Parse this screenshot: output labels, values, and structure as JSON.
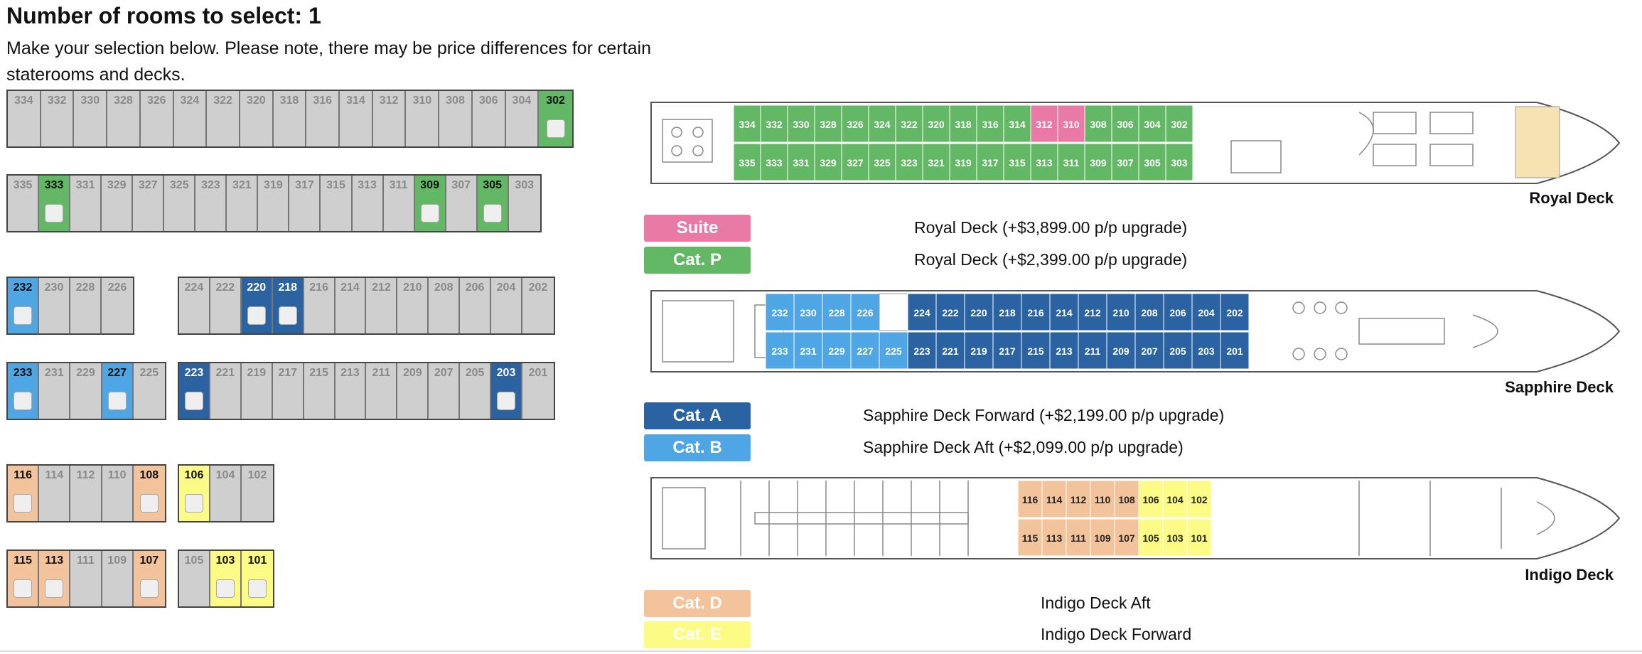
{
  "header": {
    "title": "Number of rooms to select: 1",
    "note": "Make your selection below. Please note, there may be price differences for certain staterooms and decks."
  },
  "colors": {
    "suite": "#e87aa5",
    "cat_p": "#63b865",
    "cat_a": "#2a62a2",
    "cat_b": "#4fa6e4",
    "cat_d": "#f3c49c",
    "cat_e": "#fbfb86",
    "unavailable": "#cfcfcf"
  },
  "grid_rows": [
    {
      "id": "royal-upper",
      "rooms": [
        {
          "n": "334"
        },
        {
          "n": "332"
        },
        {
          "n": "330"
        },
        {
          "n": "328"
        },
        {
          "n": "326"
        },
        {
          "n": "324"
        },
        {
          "n": "322"
        },
        {
          "n": "320"
        },
        {
          "n": "318"
        },
        {
          "n": "316"
        },
        {
          "n": "314"
        },
        {
          "n": "312"
        },
        {
          "n": "310"
        },
        {
          "n": "308"
        },
        {
          "n": "306"
        },
        {
          "n": "304"
        },
        {
          "n": "302",
          "cat": "P"
        }
      ]
    },
    {
      "id": "royal-lower",
      "rooms": [
        {
          "n": "335"
        },
        {
          "n": "333",
          "cat": "P"
        },
        {
          "n": "331"
        },
        {
          "n": "329"
        },
        {
          "n": "327"
        },
        {
          "n": "325"
        },
        {
          "n": "323"
        },
        {
          "n": "321"
        },
        {
          "n": "319"
        },
        {
          "n": "317"
        },
        {
          "n": "315"
        },
        {
          "n": "313"
        },
        {
          "n": "311"
        },
        {
          "n": "309",
          "cat": "P"
        },
        {
          "n": "307"
        },
        {
          "n": "305",
          "cat": "P"
        },
        {
          "n": "303"
        }
      ]
    },
    {
      "id": "sapphire-upper-aft",
      "rooms": [
        {
          "n": "232",
          "cat": "B"
        },
        {
          "n": "230"
        },
        {
          "n": "228"
        },
        {
          "n": "226"
        }
      ]
    },
    {
      "id": "sapphire-upper-fwd",
      "rooms": [
        {
          "n": "224"
        },
        {
          "n": "222"
        },
        {
          "n": "220",
          "cat": "A"
        },
        {
          "n": "218",
          "cat": "A"
        },
        {
          "n": "216"
        },
        {
          "n": "214"
        },
        {
          "n": "212"
        },
        {
          "n": "210"
        },
        {
          "n": "208"
        },
        {
          "n": "206"
        },
        {
          "n": "204"
        },
        {
          "n": "202"
        }
      ]
    },
    {
      "id": "sapphire-lower-aft",
      "rooms": [
        {
          "n": "233",
          "cat": "B"
        },
        {
          "n": "231"
        },
        {
          "n": "229"
        },
        {
          "n": "227",
          "cat": "B"
        },
        {
          "n": "225"
        }
      ]
    },
    {
      "id": "sapphire-lower-fwd",
      "rooms": [
        {
          "n": "223",
          "cat": "A"
        },
        {
          "n": "221"
        },
        {
          "n": "219"
        },
        {
          "n": "217"
        },
        {
          "n": "215"
        },
        {
          "n": "213"
        },
        {
          "n": "211"
        },
        {
          "n": "209"
        },
        {
          "n": "207"
        },
        {
          "n": "205"
        },
        {
          "n": "203",
          "cat": "A"
        },
        {
          "n": "201"
        }
      ]
    },
    {
      "id": "indigo-upper-aft",
      "rooms": [
        {
          "n": "116",
          "cat": "D"
        },
        {
          "n": "114"
        },
        {
          "n": "112"
        },
        {
          "n": "110"
        },
        {
          "n": "108",
          "cat": "D"
        }
      ]
    },
    {
      "id": "indigo-upper-fwd",
      "rooms": [
        {
          "n": "106",
          "cat": "E"
        },
        {
          "n": "104"
        },
        {
          "n": "102"
        }
      ]
    },
    {
      "id": "indigo-lower-aft",
      "rooms": [
        {
          "n": "115",
          "cat": "D"
        },
        {
          "n": "113",
          "cat": "D"
        },
        {
          "n": "111"
        },
        {
          "n": "109"
        },
        {
          "n": "107",
          "cat": "D"
        }
      ]
    },
    {
      "id": "indigo-lower-fwd",
      "rooms": [
        {
          "n": "105"
        },
        {
          "n": "103",
          "cat": "E"
        },
        {
          "n": "101",
          "cat": "E"
        }
      ]
    }
  ],
  "decks": [
    {
      "id": "royal",
      "name": "Royal Deck",
      "upper": [
        {
          "n": "334",
          "c": "P"
        },
        {
          "n": "332",
          "c": "P"
        },
        {
          "n": "330",
          "c": "P"
        },
        {
          "n": "328",
          "c": "P"
        },
        {
          "n": "326",
          "c": "P"
        },
        {
          "n": "324",
          "c": "P"
        },
        {
          "n": "322",
          "c": "P"
        },
        {
          "n": "320",
          "c": "P"
        },
        {
          "n": "318",
          "c": "P"
        },
        {
          "n": "316",
          "c": "P"
        },
        {
          "n": "314",
          "c": "P"
        },
        {
          "n": "312",
          "c": "S"
        },
        {
          "n": "310",
          "c": "S"
        },
        {
          "n": "308",
          "c": "P"
        },
        {
          "n": "306",
          "c": "P"
        },
        {
          "n": "304",
          "c": "P"
        },
        {
          "n": "302",
          "c": "P"
        }
      ],
      "lower": [
        {
          "n": "335",
          "c": "P"
        },
        {
          "n": "333",
          "c": "P"
        },
        {
          "n": "331",
          "c": "P"
        },
        {
          "n": "329",
          "c": "P"
        },
        {
          "n": "327",
          "c": "P"
        },
        {
          "n": "325",
          "c": "P"
        },
        {
          "n": "323",
          "c": "P"
        },
        {
          "n": "321",
          "c": "P"
        },
        {
          "n": "319",
          "c": "P"
        },
        {
          "n": "317",
          "c": "P"
        },
        {
          "n": "315",
          "c": "P"
        },
        {
          "n": "313",
          "c": "P"
        },
        {
          "n": "311",
          "c": "P"
        },
        {
          "n": "309",
          "c": "P"
        },
        {
          "n": "307",
          "c": "P"
        },
        {
          "n": "305",
          "c": "P"
        },
        {
          "n": "303",
          "c": "P"
        }
      ]
    },
    {
      "id": "sapphire",
      "name": "Sapphire Deck",
      "upper": [
        {
          "n": "232",
          "c": "B"
        },
        {
          "n": "230",
          "c": "B"
        },
        {
          "n": "228",
          "c": "B"
        },
        {
          "n": "226",
          "c": "B"
        },
        {
          "n": "",
          "c": "gap"
        },
        {
          "n": "224",
          "c": "A"
        },
        {
          "n": "222",
          "c": "A"
        },
        {
          "n": "220",
          "c": "A"
        },
        {
          "n": "218",
          "c": "A"
        },
        {
          "n": "216",
          "c": "A"
        },
        {
          "n": "214",
          "c": "A"
        },
        {
          "n": "212",
          "c": "A"
        },
        {
          "n": "210",
          "c": "A"
        },
        {
          "n": "208",
          "c": "A"
        },
        {
          "n": "206",
          "c": "A"
        },
        {
          "n": "204",
          "c": "A"
        },
        {
          "n": "202",
          "c": "A"
        }
      ],
      "lower": [
        {
          "n": "233",
          "c": "B"
        },
        {
          "n": "231",
          "c": "B"
        },
        {
          "n": "229",
          "c": "B"
        },
        {
          "n": "227",
          "c": "B"
        },
        {
          "n": "225",
          "c": "B"
        },
        {
          "n": "223",
          "c": "A"
        },
        {
          "n": "221",
          "c": "A"
        },
        {
          "n": "219",
          "c": "A"
        },
        {
          "n": "217",
          "c": "A"
        },
        {
          "n": "215",
          "c": "A"
        },
        {
          "n": "213",
          "c": "A"
        },
        {
          "n": "211",
          "c": "A"
        },
        {
          "n": "209",
          "c": "A"
        },
        {
          "n": "207",
          "c": "A"
        },
        {
          "n": "205",
          "c": "A"
        },
        {
          "n": "203",
          "c": "A"
        },
        {
          "n": "201",
          "c": "A"
        }
      ]
    },
    {
      "id": "indigo",
      "name": "Indigo Deck",
      "upper": [
        {
          "n": "116",
          "c": "D"
        },
        {
          "n": "114",
          "c": "D"
        },
        {
          "n": "112",
          "c": "D"
        },
        {
          "n": "110",
          "c": "D"
        },
        {
          "n": "108",
          "c": "D"
        },
        {
          "n": "106",
          "c": "E"
        },
        {
          "n": "104",
          "c": "E"
        },
        {
          "n": "102",
          "c": "E"
        }
      ],
      "lower": [
        {
          "n": "115",
          "c": "D"
        },
        {
          "n": "113",
          "c": "D"
        },
        {
          "n": "111",
          "c": "D"
        },
        {
          "n": "109",
          "c": "D"
        },
        {
          "n": "107",
          "c": "D"
        },
        {
          "n": "105",
          "c": "E"
        },
        {
          "n": "103",
          "c": "E"
        },
        {
          "n": "101",
          "c": "E"
        }
      ]
    }
  ],
  "legend": [
    {
      "id": "suite",
      "label": "Suite",
      "text": "Royal Deck (+$3,899.00 p/p upgrade)"
    },
    {
      "id": "cat-p",
      "label": "Cat. P",
      "text": "Royal Deck (+$2,399.00 p/p upgrade)"
    },
    {
      "id": "cat-a",
      "label": "Cat. A",
      "text": "Sapphire Deck Forward (+$2,199.00 p/p upgrade)"
    },
    {
      "id": "cat-b",
      "label": "Cat. B",
      "text": "Sapphire Deck Aft (+$2,099.00 p/p upgrade)"
    },
    {
      "id": "cat-d",
      "label": "Cat. D",
      "text": "Indigo Deck Aft"
    },
    {
      "id": "cat-e",
      "label": "Cat. E",
      "text": "Indigo Deck Forward"
    }
  ]
}
